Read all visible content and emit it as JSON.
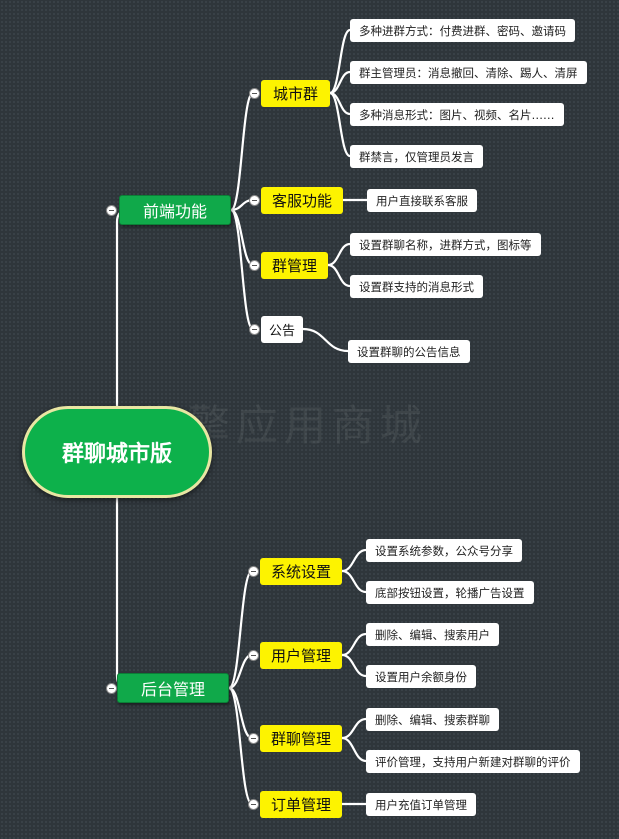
{
  "root": "群聊城市版",
  "watermark": "微擎应用商城",
  "branches": [
    {
      "label": "前端功能",
      "children": [
        {
          "label": "城市群",
          "style": "yellow",
          "leaves": [
            "多种进群方式：付费进群、密码、邀请码",
            "群主管理员：消息撤回、清除、踢人、清屏",
            "多种消息形式：图片、视频、名片……",
            "群禁言，仅管理员发言"
          ]
        },
        {
          "label": "客服功能",
          "style": "yellow",
          "leaves": [
            "用户直接联系客服"
          ]
        },
        {
          "label": "群管理",
          "style": "yellow",
          "leaves": [
            "设置群聊名称，进群方式，图标等",
            "设置群支持的消息形式"
          ]
        },
        {
          "label": "公告",
          "style": "plain",
          "leaves": [
            "设置群聊的公告信息"
          ]
        }
      ]
    },
    {
      "label": "后台管理",
      "children": [
        {
          "label": "系统设置",
          "style": "yellow",
          "leaves": [
            "设置系统参数，公众号分享",
            "底部按钮设置，轮播广告设置"
          ]
        },
        {
          "label": "用户管理",
          "style": "yellow",
          "leaves": [
            "删除、编辑、搜索用户",
            "设置用户余额身份"
          ]
        },
        {
          "label": "群聊管理",
          "style": "yellow",
          "leaves": [
            "删除、编辑、搜索群聊",
            "评价管理，支持用户新建对群聊的评价"
          ]
        },
        {
          "label": "订单管理",
          "style": "yellow",
          "leaves": [
            "用户充值订单管理"
          ]
        }
      ]
    }
  ]
}
